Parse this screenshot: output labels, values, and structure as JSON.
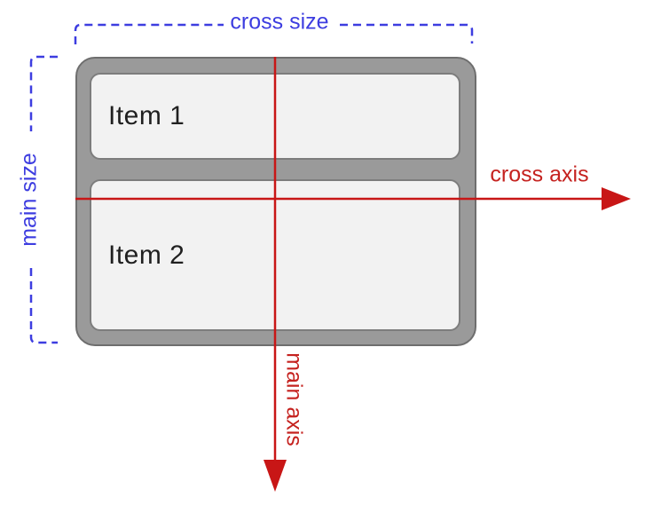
{
  "diagram": {
    "items": [
      {
        "label": "Item 1"
      },
      {
        "label": "Item 2"
      }
    ],
    "labels": {
      "cross_size": "cross size",
      "main_size": "main size",
      "cross_axis": "cross axis",
      "main_axis": "main axis"
    },
    "colors": {
      "size_annotation_blue": "#3d3de0",
      "axis_annotation_red": "#c5221f",
      "axis_line_red": "#c81616",
      "container_fill": "#9a9a9a",
      "container_border": "#6e6e6e",
      "item_fill": "#f2f2f2",
      "item_border": "#7d7d7d",
      "item_text": "#202020"
    }
  }
}
